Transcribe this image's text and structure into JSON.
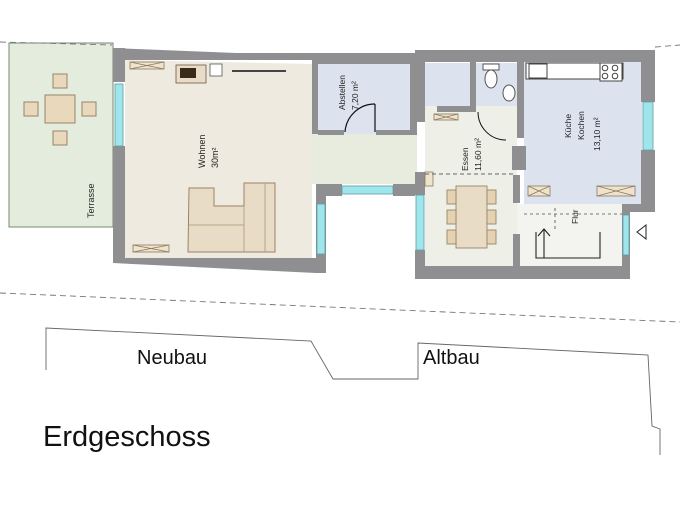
{
  "rooms": {
    "terrasse": "Terrasse",
    "wohnen": "Wohnen",
    "wohnen_area": "30m²",
    "abstellen": "Abstellen",
    "abstellen_area": "7,20 m²",
    "essen": "Essen",
    "essen_area": "11,60 m²",
    "kueche": "Küche",
    "kochen": "Kochen",
    "kueche_area": "13,10 m²",
    "flur": "Flur"
  },
  "sections": {
    "neubau": "Neubau",
    "altbau": "Altbau"
  },
  "floor_title": "Erdgeschoss",
  "colors": {
    "wall": "#8f8f92",
    "wohnen_floor": "#efeadf",
    "abstellen_floor": "#dde2ef",
    "kueche_floor": "#dde2ef",
    "terrasse_floor": "#e3ecdd",
    "window": "#9fe6ec",
    "furniture": "#e9dcc6"
  }
}
